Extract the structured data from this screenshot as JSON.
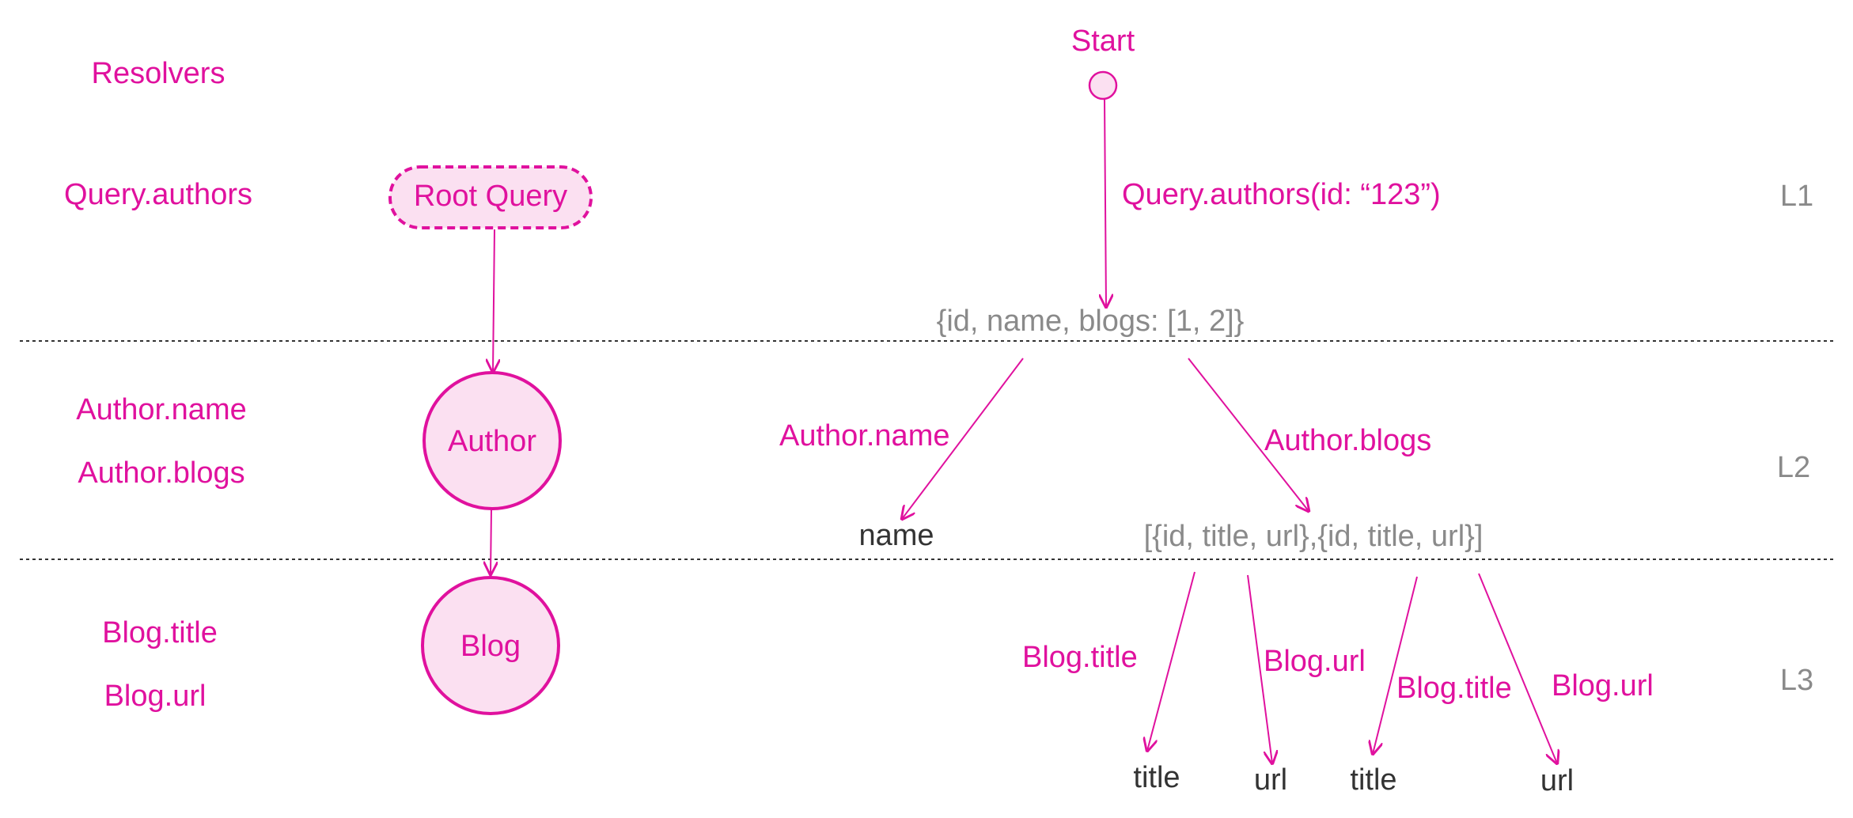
{
  "colors": {
    "accent": "#e0119e",
    "node_fill": "#fbe0f1",
    "muted_text": "#8a8a8a",
    "dark_text": "#333333",
    "divider": "#333333"
  },
  "left_panel": {
    "heading": "Resolvers",
    "levels": [
      {
        "resolvers": [
          "Query.authors"
        ]
      },
      {
        "resolvers": [
          "Author.name",
          "Author.blogs"
        ]
      },
      {
        "resolvers": [
          "Blog.title",
          "Blog.url"
        ]
      }
    ]
  },
  "type_nodes": {
    "root_query": "Root Query",
    "author": "Author",
    "blog": "Blog"
  },
  "execution_tree": {
    "start_label": "Start",
    "root_call_label": "Query.authors(id: “123”)",
    "author_result": "{id,  name,  blogs:  [1, 2]}",
    "author_name_edge": "Author.name",
    "author_blogs_edge": "Author.blogs",
    "name_value": "name",
    "blogs_result": "[{id, title, url},{id, title, url}]",
    "blog_fields": [
      {
        "edge_label": "Blog.title",
        "value": "title"
      },
      {
        "edge_label": "Blog.url",
        "value": "url"
      },
      {
        "edge_label": "Blog.title",
        "value": "title"
      },
      {
        "edge_label": "Blog.url",
        "value": "url"
      }
    ]
  },
  "level_labels": [
    "L1",
    "L2",
    "L3"
  ]
}
